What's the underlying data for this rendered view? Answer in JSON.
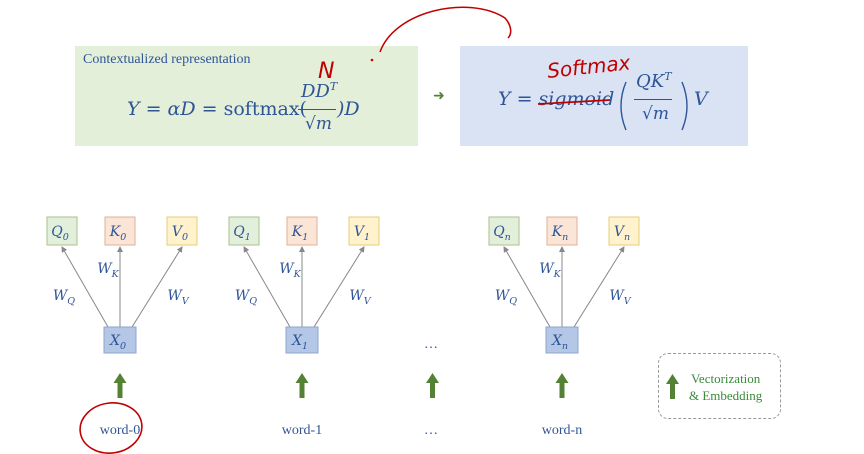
{
  "context": {
    "title": "Contextualized representation",
    "eq_lhs": "Y = αD = ",
    "eq_fn": "softmax(",
    "eq_num": "DD",
    "eq_num_sup": "T",
    "eq_den": "√m",
    "eq_tail": ")D"
  },
  "attention": {
    "eq_lhs": "Y = ",
    "eq_fn_struck": "sigmoid",
    "eq_num": "QK",
    "eq_num_sup": "T",
    "eq_den": "√m",
    "eq_tail": "V",
    "handwritten": "Softmax",
    "handwritten_above": "N"
  },
  "arrow_glyph": "➜",
  "groups": [
    {
      "q": "Q",
      "k": "K",
      "v": "V",
      "sub": "0",
      "x": "X",
      "word": "word-0"
    },
    {
      "q": "Q",
      "k": "K",
      "v": "V",
      "sub": "1",
      "x": "X",
      "word": "word-1"
    },
    {
      "q": "Q",
      "k": "K",
      "v": "V",
      "sub": "n",
      "x": "X",
      "word": "word-n"
    }
  ],
  "weights": {
    "wq": "W",
    "wq_sub": "Q",
    "wk": "W",
    "wk_sub": "K",
    "wv": "W",
    "wv_sub": "V"
  },
  "ellipsis": "…",
  "legend": {
    "line1": "Vectorization",
    "line2": "& Embedding"
  },
  "colors": {
    "q_fill": "#e2efda",
    "k_fill": "#fbe5d6",
    "v_fill": "#fff2cc",
    "x_fill": "#b4c7e7",
    "text_blue": "#2f5597",
    "green_arrow": "#548235",
    "annotation_red": "#c00000"
  }
}
